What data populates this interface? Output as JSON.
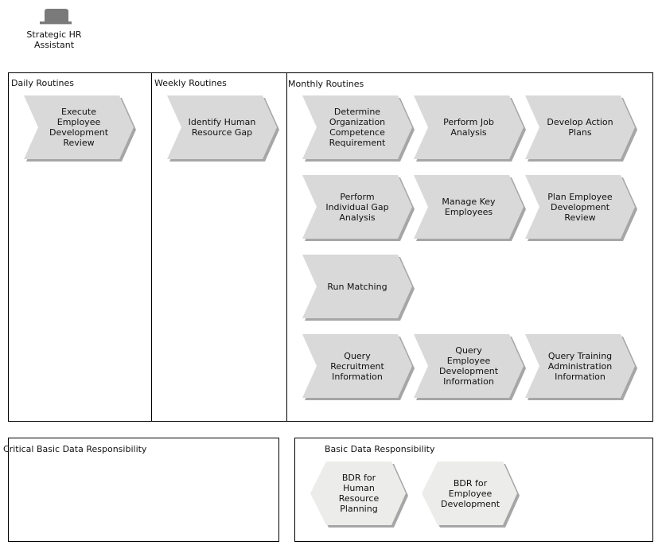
{
  "role": {
    "label": "Strategic HR\nAssistant",
    "icon": "role-hat-icon"
  },
  "sections": {
    "daily": {
      "title": "Daily Routines"
    },
    "weekly": {
      "title": "Weekly Routines"
    },
    "monthly": {
      "title": "Monthly Routines"
    },
    "critical_bdr": {
      "title": "Critical Basic Data Responsibility"
    },
    "bdr": {
      "title": "Basic Data Responsibility"
    }
  },
  "processes": {
    "daily": [
      {
        "label": "Execute Employee Development Review"
      }
    ],
    "weekly": [
      {
        "label": "Identify Human Resource Gap"
      }
    ],
    "monthly": [
      {
        "label": "Determine Organization Competence Requirement"
      },
      {
        "label": "Perform Job Analysis"
      },
      {
        "label": "Develop Action Plans"
      },
      {
        "label": "Perform Individual Gap Analysis"
      },
      {
        "label": "Manage Key Employees"
      },
      {
        "label": "Plan Employee Development Review"
      },
      {
        "label": "Run Matching"
      },
      {
        "label": "Query Recruitment Information"
      },
      {
        "label": "Query Employee Development Information"
      },
      {
        "label": "Query Training Administration Information"
      }
    ],
    "bdr": [
      {
        "label": "BDR for Human Resource Planning"
      },
      {
        "label": "BDR for Employee Development"
      }
    ]
  },
  "colors": {
    "chevron_fill": "#d9d9da",
    "hexagon_fill": "#ececea",
    "shadow": "#a6a6a6",
    "role_icon": "#7a7a7a"
  }
}
